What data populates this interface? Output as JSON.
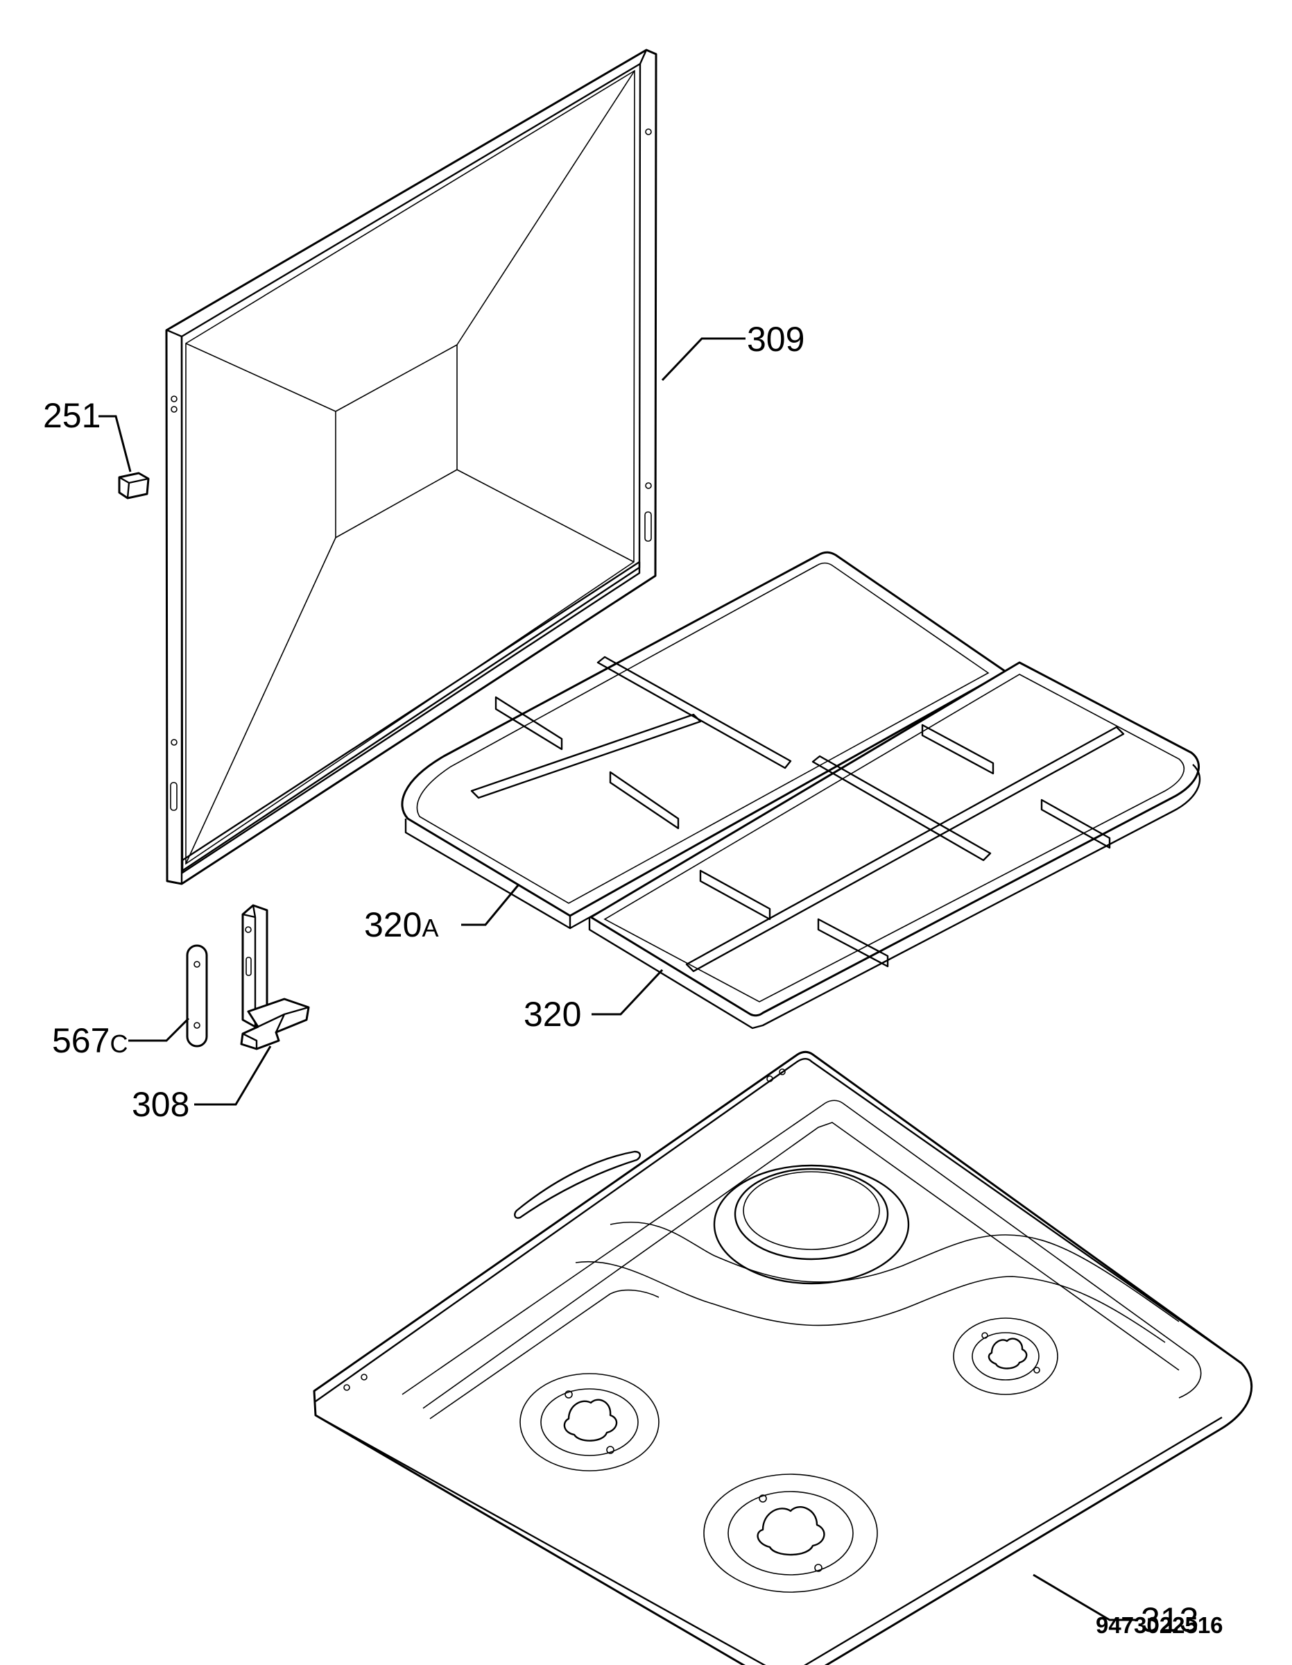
{
  "callouts": {
    "p309": "309",
    "p251": "251",
    "p320a_num": "320",
    "p320a_suffix": "A",
    "p320": "320",
    "p567c_num": "567",
    "p567c_suffix": "C",
    "p308": "308",
    "p313": "313"
  },
  "document_number": "9473022516"
}
